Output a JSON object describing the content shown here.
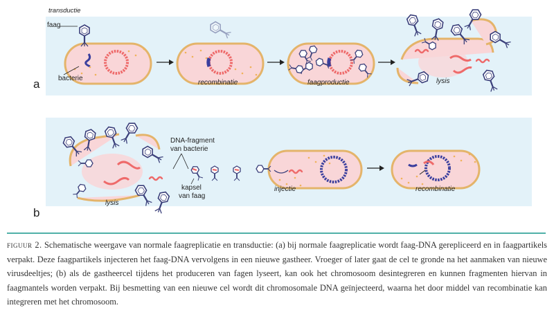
{
  "panel_a": {
    "letter": "a",
    "header": "transductie",
    "labels": {
      "faag": "faag",
      "bacterie": "bacterie",
      "recombinatie": "recombinatie",
      "faagproductie": "faagproductie",
      "lysis": "lysis"
    }
  },
  "panel_b": {
    "letter": "b",
    "labels": {
      "dna_fragment_line1": "DNA-fragment",
      "dna_fragment_line2": "van bacterie",
      "kapsel_line1": "kapsel",
      "kapsel_line2": "van faag",
      "lysis": "lysis",
      "injectie": "injectie",
      "recombinatie": "recombinatie"
    }
  },
  "caption": {
    "figure_label": "figuur 2.",
    "text": "Schematische weergave van normale faagreplicatie en transductie: (a) bij normale faagreplicatie wordt faag-DNA gerepliceerd en in faagpartikels verpakt. Deze faagpartikels injecteren het faag-DNA vervolgens in een nieuwe gastheer. Vroeger of later gaat de cel te gronde na het aanmaken van nieuwe virusdeeltjes; (b) als de gastheercel tijdens het produceren van fagen lyseert, kan ook het chromosoom desintegreren en kunnen fragmenten hiervan in faagmantels worden verpakt. Bij besmetting van een nieuwe cel wordt dit chromosomale DNA geïnjecteerd, waarna het door middel van recombinatie kan integreren met het chromosoom."
  },
  "colors": {
    "panel_bg": "#e3f2f9",
    "cell_fill": "#f9d6d8",
    "cell_border": "#e4b46a",
    "bacterial_dna": "#ee6a6a",
    "phage_dna": "#3a3f9e",
    "divider": "#4fb0a8"
  }
}
